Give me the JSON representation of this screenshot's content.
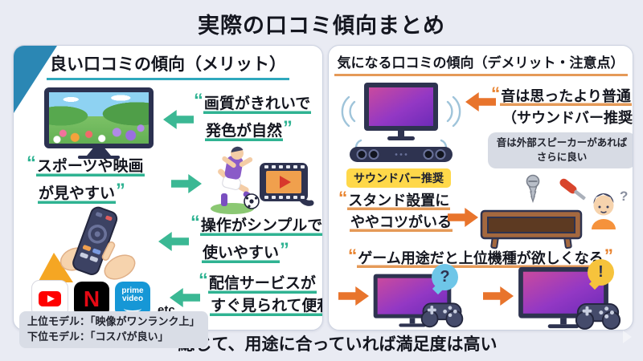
{
  "title": "実際の口コミ傾向まとめ",
  "footer": "総じて、用途に合っていれば満足度は高い",
  "punct": {
    "quote_open": "“",
    "quote_close": "”"
  },
  "colors": {
    "background": "#e9ebf3",
    "panel": "#ffffff",
    "left_corner": "#2b87b4",
    "left_accent": "#2fb392",
    "left_header_underline": "#2fa8bd",
    "right_accent": "#e8822d",
    "right_underline": "#e59a58",
    "highlight_yellow": "#ffd84a",
    "note_gray": "#d9dde6"
  },
  "left_panel": {
    "header": "良い口コミの傾向（メリット）",
    "items": [
      {
        "line1": "画質がきれいで",
        "line2": "発色が自然"
      },
      {
        "line1": "スポーツや映画",
        "line2": "が見やすい"
      },
      {
        "line1": "操作がシンプルで",
        "line2": "使いやすい"
      },
      {
        "line1": "配信サービスが",
        "line2": "すぐ見られて便利"
      }
    ],
    "streaming": {
      "netflix_n": "N",
      "prime_line1": "prime",
      "prime_line2": "video",
      "etc_label": "etc."
    },
    "note_line1": "上位モデル：「映像がワンランク上」",
    "note_line2": "下位モデル：「コスパが良い」"
  },
  "right_panel": {
    "header": "気になる口コミの傾向（デメリット・注意点）",
    "items": [
      {
        "line1": "音は思ったより普通",
        "line2": "（サウンドバー推奨）"
      },
      {
        "line1": "スタンド設置に",
        "line2": "ややコツがいる"
      },
      {
        "line1": "ゲーム用途だと上位機種が欲しくなる",
        "line2": ""
      }
    ],
    "soundbar_label": "サウンドバー推奨",
    "sound_note_line1": "音は外部スピーカーがあれば",
    "sound_note_line2": "さらに良い",
    "bubble_question": "?",
    "bubble_exclamation": "!",
    "person_question": "?"
  }
}
